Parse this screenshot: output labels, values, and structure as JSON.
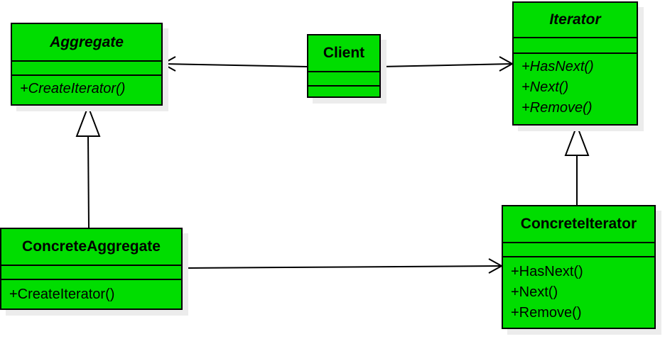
{
  "diagram": {
    "classes": {
      "aggregate": {
        "name": "Aggregate",
        "abstract": true,
        "operations": [
          "+CreateIterator()"
        ]
      },
      "client": {
        "name": "Client",
        "abstract": false,
        "operations": []
      },
      "iterator": {
        "name": "Iterator",
        "abstract": true,
        "operations": [
          "+HasNext()",
          "+Next()",
          "+Remove()"
        ]
      },
      "concrete_aggregate": {
        "name": "ConcreteAggregate",
        "abstract": false,
        "operations": [
          "+CreateIterator()"
        ]
      },
      "concrete_iterator": {
        "name": "ConcreteIterator",
        "abstract": false,
        "operations": [
          "+HasNext()",
          "+Next()",
          "+Remove()"
        ]
      }
    },
    "relationships": [
      {
        "from": "client",
        "to": "aggregate",
        "kind": "association"
      },
      {
        "from": "client",
        "to": "iterator",
        "kind": "association"
      },
      {
        "from": "concrete_aggregate",
        "to": "aggregate",
        "kind": "generalization"
      },
      {
        "from": "concrete_iterator",
        "to": "iterator",
        "kind": "generalization"
      },
      {
        "from": "concrete_aggregate",
        "to": "concrete_iterator",
        "kind": "association"
      }
    ],
    "colors": {
      "class_fill": "#00dd00",
      "line": "#000000",
      "shadow": "#ececec"
    }
  }
}
